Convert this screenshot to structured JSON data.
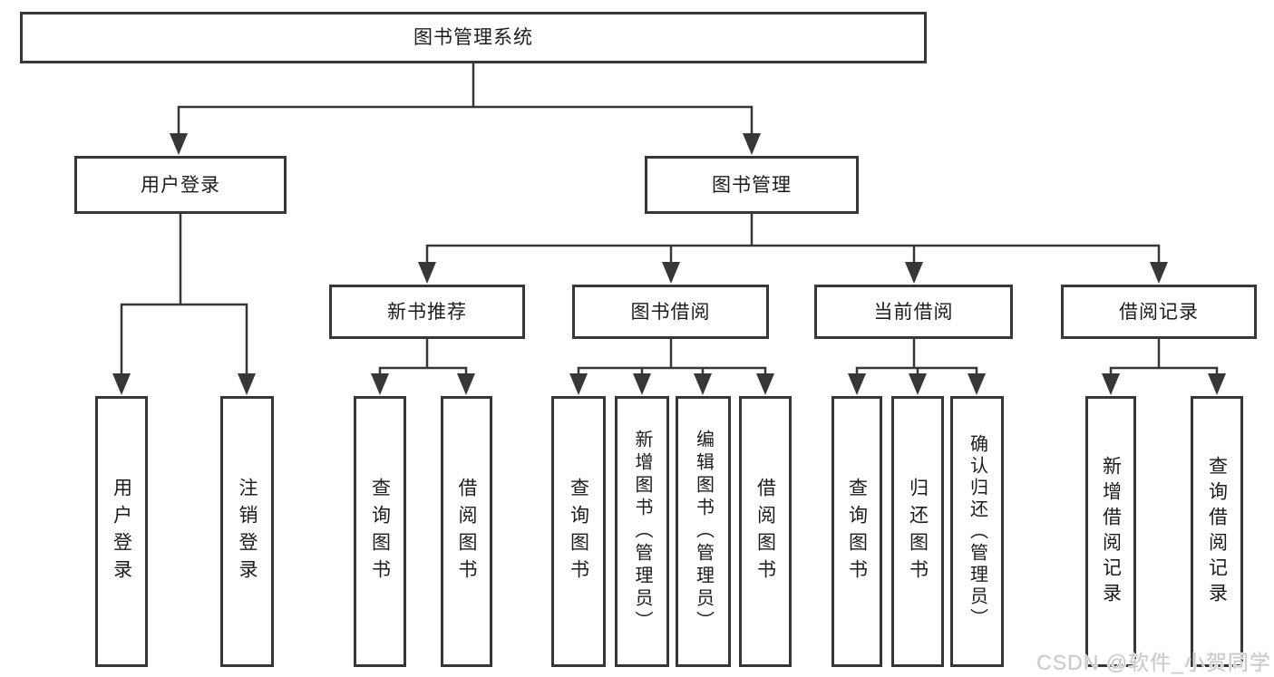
{
  "diagram": {
    "title_node": "图书管理系统",
    "root": {
      "label": "图书管理系统"
    },
    "children": [
      {
        "label": "用户登录",
        "children": [
          {
            "label": "用户登录"
          },
          {
            "label": "注销登录"
          }
        ]
      },
      {
        "label": "图书管理",
        "children": [
          {
            "label": "新书推荐",
            "children": [
              {
                "label": "查询图书"
              },
              {
                "label": "借阅图书"
              }
            ]
          },
          {
            "label": "图书借阅",
            "children": [
              {
                "label": "查询图书"
              },
              {
                "label": "新增图书（管理员）"
              },
              {
                "label": "编辑图书（管理员）"
              },
              {
                "label": "借阅图书"
              }
            ]
          },
          {
            "label": "当前借阅",
            "children": [
              {
                "label": "查询图书"
              },
              {
                "label": "归还图书"
              },
              {
                "label": "确认归还（管理员）"
              }
            ]
          },
          {
            "label": "借阅记录",
            "children": [
              {
                "label": "新增借阅记录"
              },
              {
                "label": "查询借阅记录"
              }
            ]
          }
        ]
      }
    ]
  },
  "watermark": {
    "text": "CSDN @软件_小贺同学"
  },
  "colors": {
    "line": "#373737",
    "box_border": "#373737",
    "text": "#1c1c1c",
    "watermark": "#c9c9c9",
    "background": "#ffffff"
  }
}
